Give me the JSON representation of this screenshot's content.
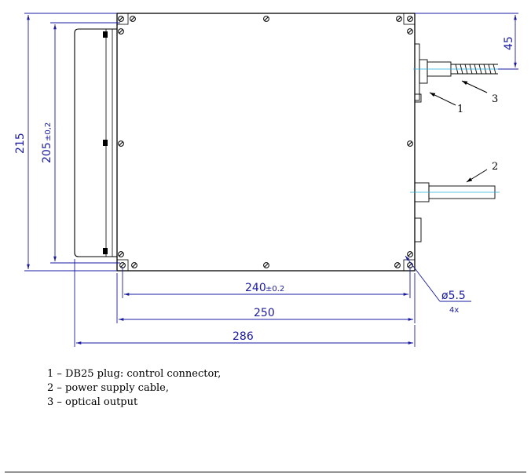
{
  "dimensions": {
    "height_outer": "215",
    "height_inner": "205",
    "height_inner_tol": "±0,2",
    "width_holes": "240",
    "width_holes_tol": "±0.2",
    "width_body": "250",
    "width_total": "286",
    "offset_top": "45",
    "hole_diameter": "ø5.5",
    "hole_count": "4x"
  },
  "callouts": {
    "item1": "1",
    "item2": "2",
    "item3": "3"
  },
  "legend": [
    "1 – DB25 plug: control connector,",
    "2 – power supply cable,",
    "3 – optical output"
  ],
  "colors": {
    "dimension": "#1a1aa0",
    "outline": "#000000",
    "center_line": "#2ab0d8"
  }
}
